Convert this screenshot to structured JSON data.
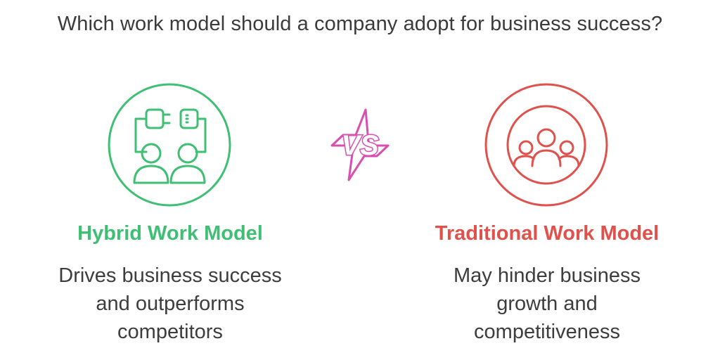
{
  "title": "Which work model should a company adopt for business success?",
  "vs_label": "VS",
  "options": [
    {
      "heading": "Hybrid Work Model",
      "description_lines": [
        "Drives business success",
        "and outperforms",
        "competitors"
      ],
      "color": "#3fbf74",
      "icon": "plug-connection-people-icon"
    },
    {
      "heading": "Traditional Work Model",
      "description_lines": [
        "May hinder business",
        "growth and",
        "competitiveness"
      ],
      "color": "#e0514c",
      "icon": "group-people-icon"
    }
  ],
  "vs_color": "#d94fb0"
}
